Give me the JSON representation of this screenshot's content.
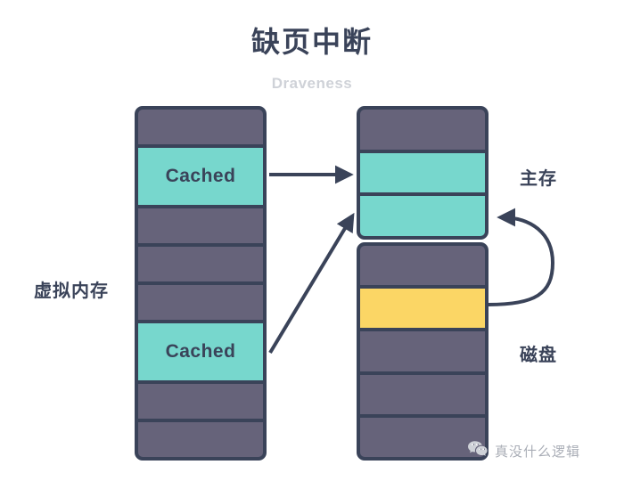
{
  "header": {
    "title": "缺页中断",
    "subtitle": "Draveness"
  },
  "colors": {
    "outline": "#3a4359",
    "slot_gray": "#66637a",
    "cached_teal": "#77d7cd",
    "disk_page_yellow": "#fbd665",
    "title": "#3a4359",
    "subtitle": "#cfd2d8",
    "watermark": "#a9adb6",
    "background": "#ffffff"
  },
  "columns": {
    "virtual_memory": {
      "label": "虚拟内存",
      "label_position": "left",
      "cells": [
        {
          "label": "",
          "state": "gray"
        },
        {
          "label": "Cached",
          "state": "teal"
        },
        {
          "label": "",
          "state": "gray"
        },
        {
          "label": "",
          "state": "gray"
        },
        {
          "label": "",
          "state": "gray"
        },
        {
          "label": "Cached",
          "state": "teal"
        },
        {
          "label": "",
          "state": "gray"
        },
        {
          "label": "",
          "state": "gray"
        }
      ]
    },
    "main_memory": {
      "label": "主存",
      "label_position": "right",
      "cells": [
        {
          "label": "",
          "state": "gray"
        },
        {
          "label": "",
          "state": "teal"
        },
        {
          "label": "",
          "state": "teal"
        }
      ]
    },
    "disk": {
      "label": "磁盘",
      "label_position": "right",
      "cells": [
        {
          "label": "",
          "state": "gray"
        },
        {
          "label": "",
          "state": "yellow"
        },
        {
          "label": "",
          "state": "gray"
        },
        {
          "label": "",
          "state": "gray"
        },
        {
          "label": "",
          "state": "gray"
        }
      ]
    }
  },
  "arrows": [
    {
      "name": "cached-to-main-memory-straight",
      "from": "virtual_memory.cell.1",
      "to": "main_memory.cell.1",
      "style": "straight"
    },
    {
      "name": "cached-to-main-memory-diagonal",
      "from": "virtual_memory.cell.5",
      "to": "main_memory.cell.2",
      "style": "diagonal"
    },
    {
      "name": "disk-page-to-main-memory-curve",
      "from": "disk.cell.1",
      "to": "main_memory.cell.2",
      "style": "curved"
    }
  ],
  "watermark": {
    "icon": "wechat-icon",
    "text": "真没什么逻辑"
  }
}
